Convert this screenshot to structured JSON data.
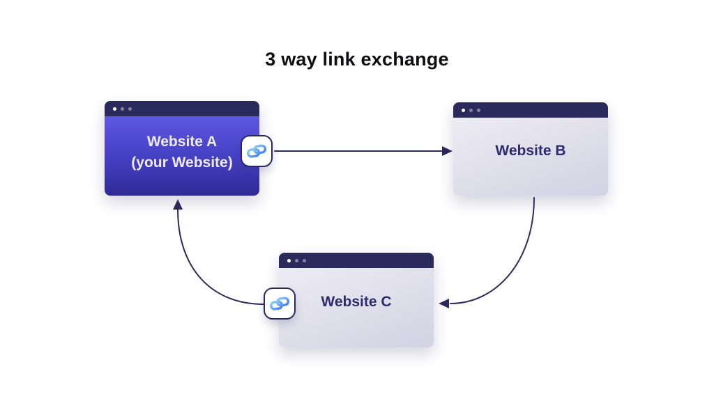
{
  "title": "3 way link exchange",
  "diagram": {
    "nodes": [
      {
        "id": "website_a",
        "label": "Website A",
        "sublabel": "(your Website)",
        "variant": "primary"
      },
      {
        "id": "website_b",
        "label": "Website B",
        "sublabel": "",
        "variant": "light"
      },
      {
        "id": "website_c",
        "label": "Website C",
        "sublabel": "",
        "variant": "light"
      }
    ],
    "edges": [
      {
        "from": "Website A",
        "to": "Website B",
        "style": "straight"
      },
      {
        "from": "Website B",
        "to": "Website C",
        "style": "curved"
      },
      {
        "from": "Website C",
        "to": "Website A",
        "style": "curved"
      }
    ],
    "badge_icon": "link-icon",
    "badge_count": 2
  },
  "colors": {
    "background": "#ffffff",
    "title_text": "#0e0e11",
    "window_titlebar": "#2b2a5c",
    "primary_window_gradient_top": "#5d58e2",
    "primary_window_gradient_bottom": "#2f2a96",
    "light_window_gradient_top": "#edecf5",
    "light_window_gradient_bottom": "#d3d2e2",
    "primary_label_text": "#eceafb",
    "light_label_text": "#2e2c6e",
    "arrow": "#2b2a5c",
    "link_icon_blue_light": "#8fd0fa",
    "link_icon_blue_dark": "#3f7df2"
  }
}
